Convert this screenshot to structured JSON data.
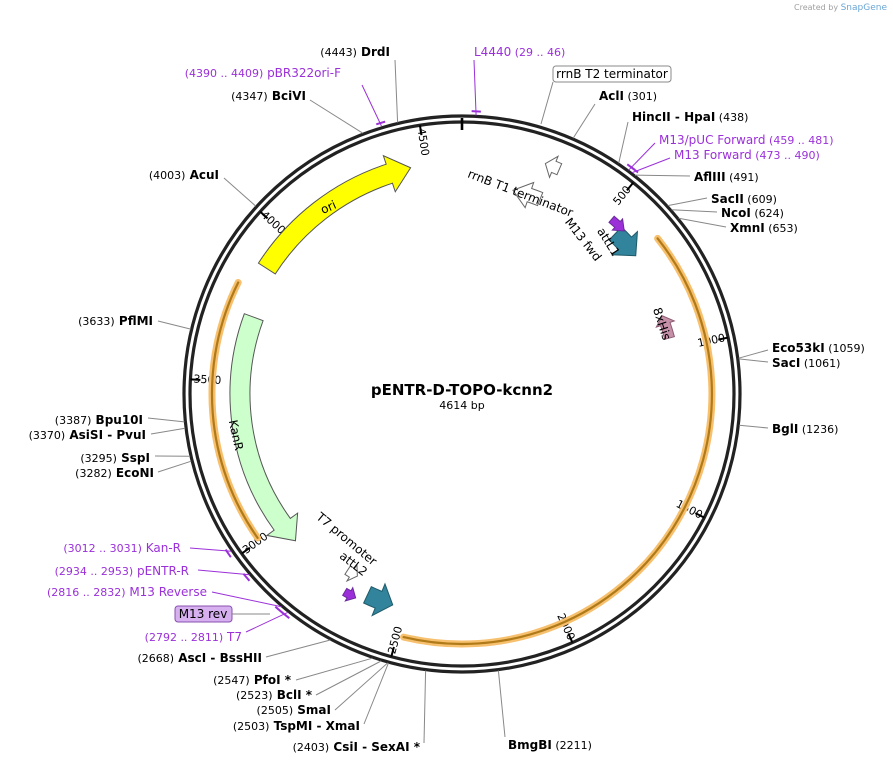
{
  "credit": {
    "created_by": "Created by",
    "brand": "SnapGene"
  },
  "plasmid": {
    "name": "pENTR-D-TOPO-kcnn2",
    "size_label": "4614 bp",
    "length": 4614
  },
  "ticks": [
    {
      "bp": 500,
      "label": "500"
    },
    {
      "bp": 1000,
      "label": "1000"
    },
    {
      "bp": 1500,
      "label": "1500"
    },
    {
      "bp": 2000,
      "label": "2000"
    },
    {
      "bp": 2500,
      "label": "2500"
    },
    {
      "bp": 3000,
      "label": "3000"
    },
    {
      "bp": 3500,
      "label": "3500"
    },
    {
      "bp": 4000,
      "label": "4000"
    },
    {
      "bp": 4500,
      "label": "4500"
    }
  ],
  "enzymes": [
    {
      "bp": 4443,
      "name": "DrdI",
      "pos": "(4443)",
      "side": "left"
    },
    {
      "bp": 4347,
      "name": "BciVI",
      "pos": "(4347)",
      "side": "left"
    },
    {
      "bp": 4003,
      "name": "AcuI",
      "pos": "(4003)",
      "side": "left"
    },
    {
      "bp": 3633,
      "name": "PflMI",
      "pos": "(3633)",
      "side": "left"
    },
    {
      "bp": 3387,
      "name": "Bpu10I",
      "pos": "(3387)",
      "side": "left"
    },
    {
      "bp": 3370,
      "name": "AsiSI",
      "name2": "PvuI",
      "pos": "(3370)",
      "side": "left"
    },
    {
      "bp": 3295,
      "name": "SspI",
      "pos": "(3295)",
      "side": "left"
    },
    {
      "bp": 3282,
      "name": "EcoNI",
      "pos": "(3282)",
      "side": "left"
    },
    {
      "bp": 2668,
      "name": "AscI",
      "name2": "BssHII",
      "pos": "(2668)",
      "side": "left"
    },
    {
      "bp": 2547,
      "name": "PfoI *",
      "pos": "(2547)",
      "side": "left"
    },
    {
      "bp": 2523,
      "name": "BclI *",
      "pos": "(2523)",
      "side": "left"
    },
    {
      "bp": 2505,
      "name": "SmaI",
      "pos": "(2505)",
      "side": "left"
    },
    {
      "bp": 2503,
      "name": "TspMI",
      "name2": "XmaI",
      "pos": "(2503)",
      "side": "left"
    },
    {
      "bp": 2403,
      "name": "CsiI",
      "name2": "SexAI *",
      "pos": "(2403)",
      "side": "left"
    },
    {
      "bp": 2211,
      "name": "BmgBI",
      "pos": "(2211)",
      "side": "right"
    },
    {
      "bp": 301,
      "name": "AclI",
      "pos": "(301)",
      "side": "right"
    },
    {
      "bp": 438,
      "name": "HincII",
      "name2": "HpaI",
      "pos": "(438)",
      "side": "right"
    },
    {
      "bp": 491,
      "name": "AflIII",
      "pos": "(491)",
      "side": "right"
    },
    {
      "bp": 609,
      "name": "SacII",
      "pos": "(609)",
      "side": "right"
    },
    {
      "bp": 624,
      "name": "NcoI",
      "pos": "(624)",
      "side": "right"
    },
    {
      "bp": 653,
      "name": "XmnI",
      "pos": "(653)",
      "side": "right"
    },
    {
      "bp": 1059,
      "name": "Eco53kI",
      "pos": "(1059)",
      "side": "right"
    },
    {
      "bp": 1061,
      "name": "SacI",
      "pos": "(1061)",
      "side": "right"
    },
    {
      "bp": 1236,
      "name": "BglI",
      "pos": "(1236)",
      "side": "right"
    }
  ],
  "primers": [
    {
      "bp": 37,
      "name": "L4440",
      "range": "(29 .. 46)"
    },
    {
      "bp": 4400,
      "name": "pBR322ori-F",
      "range": "(4390 .. 4409)"
    },
    {
      "bp": 470,
      "name": "M13/pUC Forward",
      "range": "(459 .. 481)"
    },
    {
      "bp": 481,
      "name": "M13 Forward",
      "range": "(473 .. 490)"
    },
    {
      "bp": 3021,
      "name": "Kan-R",
      "range": "(3012 .. 3031)"
    },
    {
      "bp": 2943,
      "name": "pENTR-R",
      "range": "(2934 .. 2953)"
    },
    {
      "bp": 2824,
      "name": "M13 Reverse",
      "range": "(2816 .. 2832)"
    },
    {
      "bp": 2801,
      "name": "T7",
      "range": "(2792 .. 2811)"
    }
  ],
  "features": {
    "rrnB_T2": "rrnB T2 terminator",
    "rrnB_T1": "rrnB T1 terminator",
    "attL1": "attL1",
    "m13_fwd": "M13 fwd",
    "his": "8xHis",
    "ori": "ori",
    "kanr": "KanR",
    "t7_promoter": "T7 promoter",
    "attL2": "attL2",
    "m13_rev": "M13 rev"
  },
  "colors": {
    "primer": "#9b30d9",
    "ori": "#ffff00",
    "kanr": "#ccffcc",
    "att": "#31849b",
    "insert_highlight": "#f7c06e",
    "insert_line": "#b07a18",
    "his": "#c690a8",
    "primer_box": "#d7b0f0"
  }
}
